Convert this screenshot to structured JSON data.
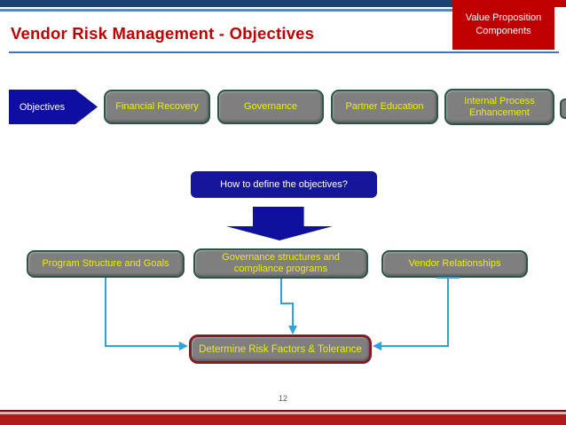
{
  "header": {
    "title": "Vendor Risk Management - Objectives",
    "corner_label": "Value Proposition Components"
  },
  "flow": {
    "objectives_label": "Objectives",
    "components": [
      "Financial Recovery",
      "Governance",
      "Partner Education",
      "Internal Process Enhancement"
    ],
    "question": "How to define the objectives?",
    "focus_areas": [
      "Program Structure and Goals",
      "Governance structures and compliance programs",
      "Vendor Relationships"
    ],
    "outcome": "Determine Risk Factors & Tolerance"
  },
  "footer": {
    "page_number": "12"
  },
  "colors": {
    "accent_red": "#C00000",
    "navy_bar": "#1C4271",
    "underline_blue": "#4176AE",
    "shape_blue": "#10109E",
    "box_gray": "#7F7F7F",
    "box_border_green": "#2A5547",
    "box_text_yellow": "#EDED00",
    "outcome_border_maroon": "#851B27",
    "connector_cyan": "#2BA3DC"
  }
}
